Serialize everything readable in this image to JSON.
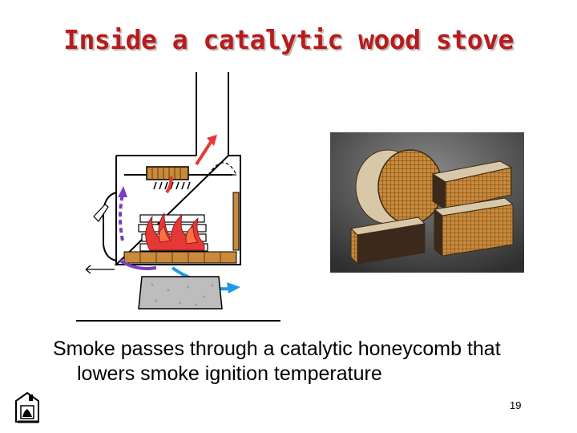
{
  "slide": {
    "title": "Inside a catalytic wood stove",
    "caption_line1": "Smoke passes through a catalytic honeycomb that",
    "caption_line2": "lowers smoke ignition temperature",
    "page_number": "19"
  },
  "colors": {
    "title": "#b71c1c",
    "flame_red": "#e53935",
    "smoke_purple": "#7b3fbf",
    "air_blue": "#1e9be6",
    "catalyst_orange": "#c98a3a"
  },
  "icons": [
    "stove-home-icon"
  ]
}
